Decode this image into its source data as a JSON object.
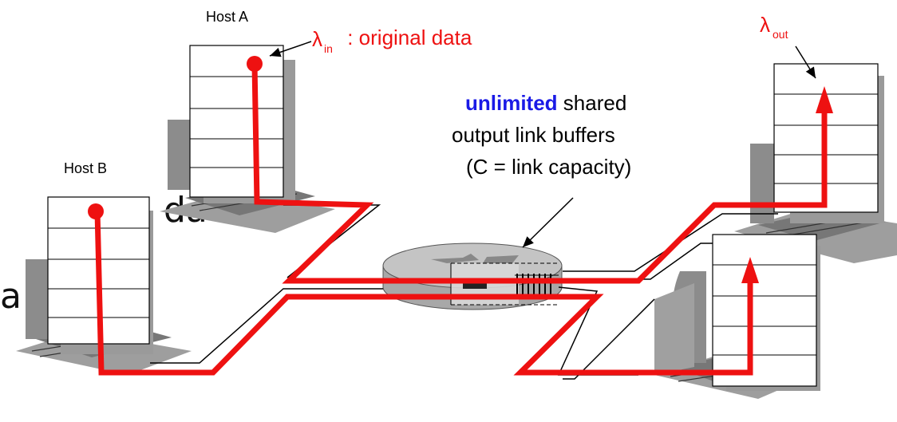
{
  "labels": {
    "host_a": "Host A",
    "host_b": "Host B",
    "lambda_symbol": "λ",
    "lambda_in_sub": "in",
    "lambda_in_text": " : original data",
    "lambda_out_sub": "out",
    "buffer_bold": "unlimited",
    "buffer_line1_rest": " shared",
    "buffer_line2": "output link buffers",
    "buffer_line3": "(C = link capacity)",
    "clipped_text_1": "da",
    "clipped_text_2": "a"
  },
  "colors": {
    "flow": "#ee1111",
    "bold_word": "#1a1ae6",
    "host_shadow": "#a6a6a6",
    "router_body": "#bdbdbd"
  }
}
